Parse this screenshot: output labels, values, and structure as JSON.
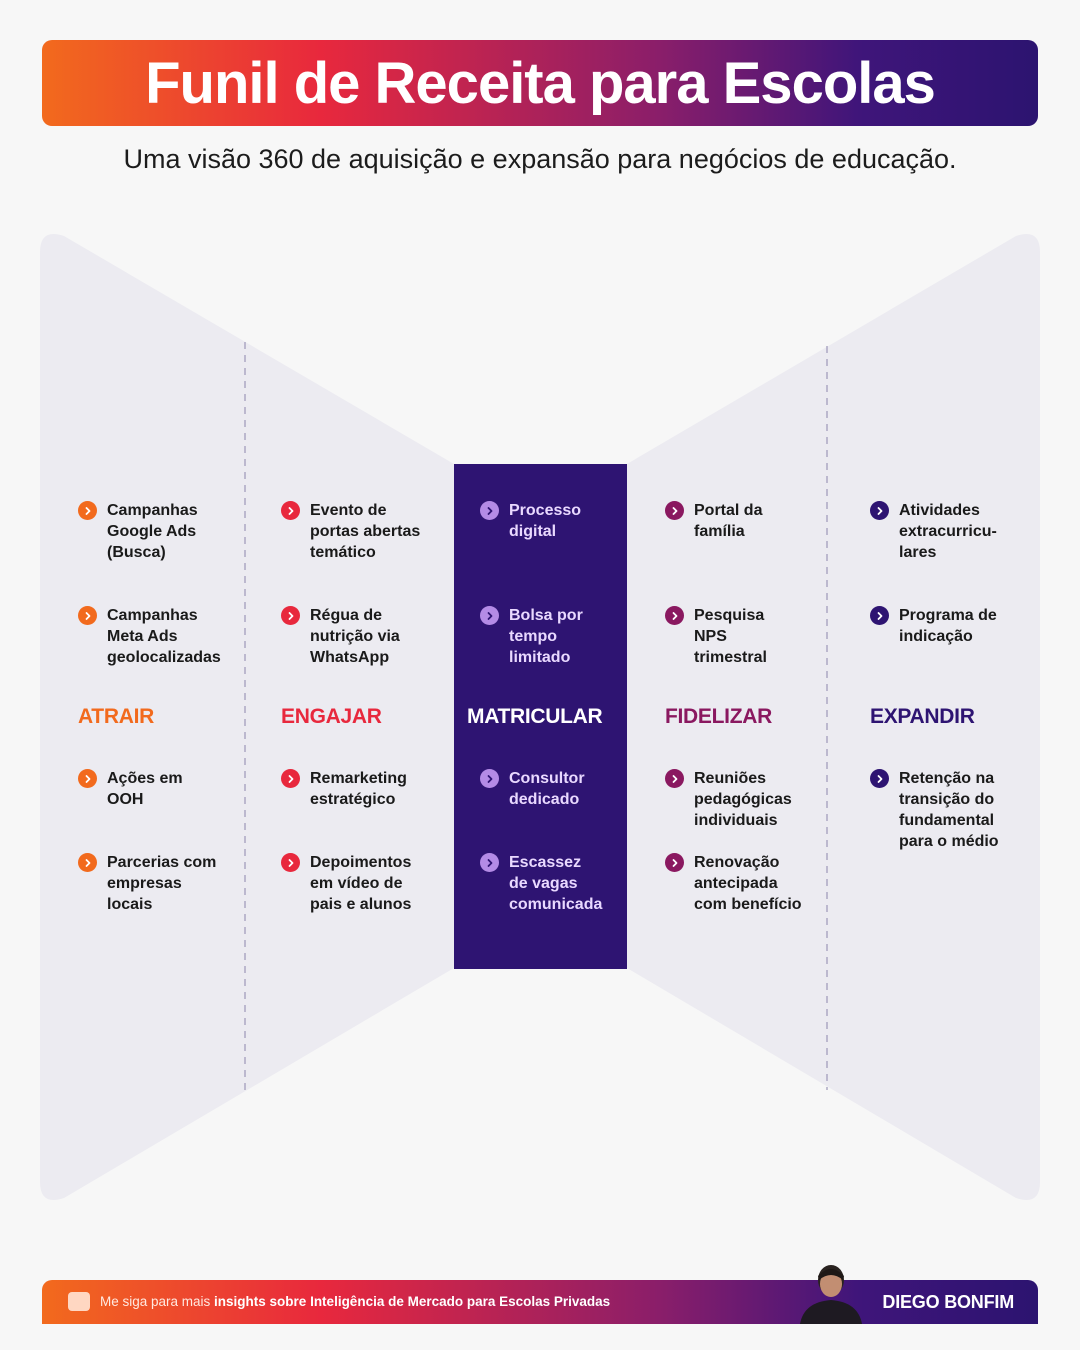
{
  "title": "Funil de Receita para Escolas",
  "subtitle": "Uma visão 360 de aquisição e expansão para negócios de educação.",
  "stages": [
    {
      "label": "ATRAIR",
      "color": "#f26a1d",
      "items": [
        "Campanhas\nGoogle Ads\n(Busca)",
        "Campanhas\nMeta Ads\ngeolocalizadas",
        "Ações em\nOOH",
        "Parcerias com\nempresas\nlocais"
      ]
    },
    {
      "label": "ENGAJAR",
      "color": "#e8283d",
      "items": [
        "Evento de\nportas abertas\ntemático",
        "Régua de\nnutrição via\nWhatsApp",
        "Remarketing\nestratégico",
        "Depoimentos\nem vídeo de\npais e alunos"
      ]
    },
    {
      "label": "MATRICULAR",
      "color": "#ffffff",
      "bullet_color": "#b48be6",
      "items": [
        "Processo\ndigital",
        "Bolsa por\ntempo\nlimitado",
        "Consultor\ndedicado",
        "Escassez\nde vagas\ncomunicada"
      ]
    },
    {
      "label": "FIDELIZAR",
      "color": "#8a1860",
      "items": [
        "Portal da\nfamília",
        "Pesquisa\nNPS\ntrimestral",
        "Reuniões\npedagógicas\nindividuais",
        "Renovação\nantecipada\ncom benefício"
      ]
    },
    {
      "label": "EXPANDIR",
      "color": "#2e1472",
      "items": [
        "Atividades\nextracurricu-\nlares",
        "Programa de\nindicação",
        "Retenção na\ntransição do\nfundamental\npara o médio"
      ]
    }
  ],
  "footer": {
    "text_prefix": "Me siga para mais ",
    "text_bold": "insights sobre Inteligência de Mercado para Escolas Privadas",
    "author": "DIEGO BONFIM"
  },
  "colors": {
    "funnel_fill": "#ecebf1",
    "center_fill": "#2e1472",
    "divider": "#9c97b8"
  }
}
